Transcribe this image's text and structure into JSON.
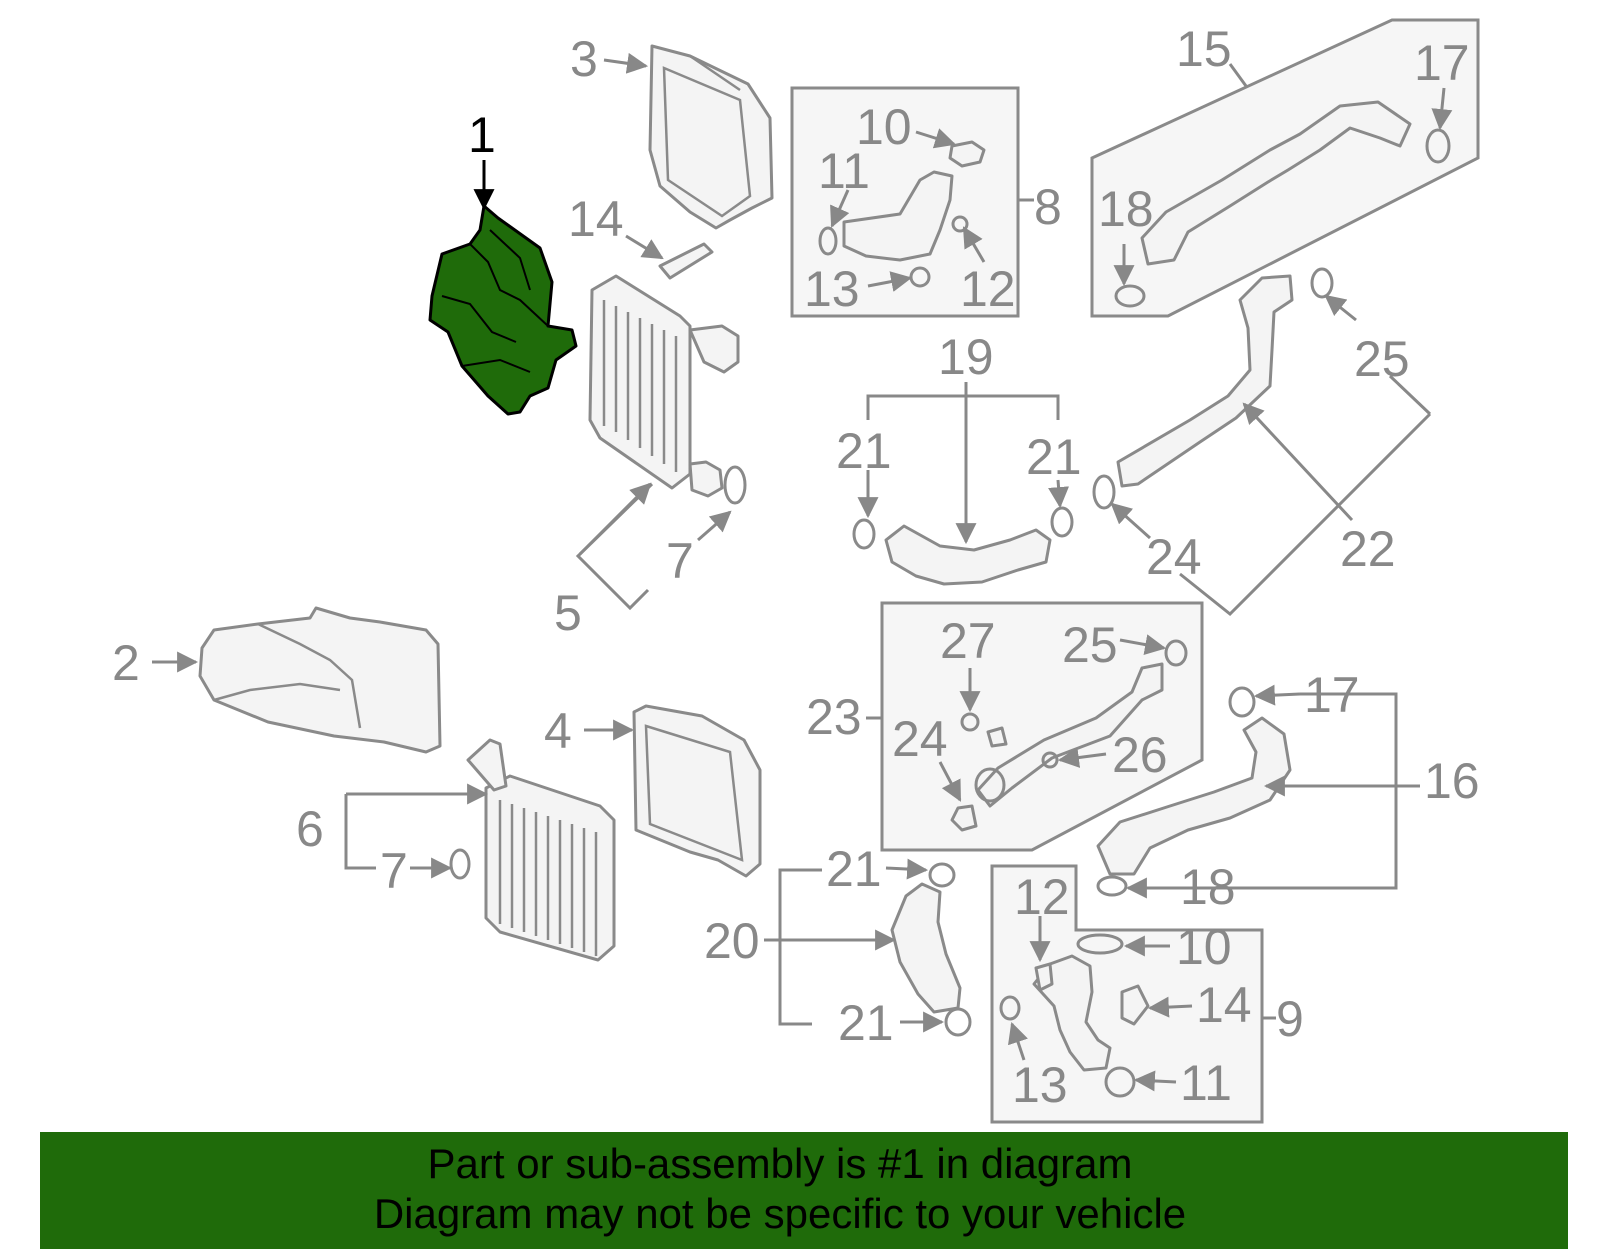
{
  "callouts": {
    "c1": "1",
    "c2": "2",
    "c3": "3",
    "c4": "4",
    "c5": "5",
    "c6": "6",
    "c7a": "7",
    "c7b": "7",
    "c8": "8",
    "c9": "9",
    "c10a": "10",
    "c10b": "10",
    "c11a": "11",
    "c11b": "11",
    "c12a": "12",
    "c12b": "12",
    "c13a": "13",
    "c13b": "13",
    "c14a": "14",
    "c14b": "14",
    "c15": "15",
    "c16": "16",
    "c17a": "17",
    "c17b": "17",
    "c18a": "18",
    "c18b": "18",
    "c19": "19",
    "c20": "20",
    "c21a": "21",
    "c21b": "21",
    "c21c": "21",
    "c21d": "21",
    "c22": "22",
    "c23": "23",
    "c24a": "24",
    "c24b": "24",
    "c25a": "25",
    "c25b": "25",
    "c26": "26",
    "c27": "27"
  },
  "colors": {
    "highlight": "#1f6b0a",
    "label": "#888888",
    "banner": "#1f6b0a"
  },
  "banner": {
    "line1": "Part or sub-assembly is #1 in diagram",
    "line2": "Diagram may not be specific to your vehicle"
  }
}
